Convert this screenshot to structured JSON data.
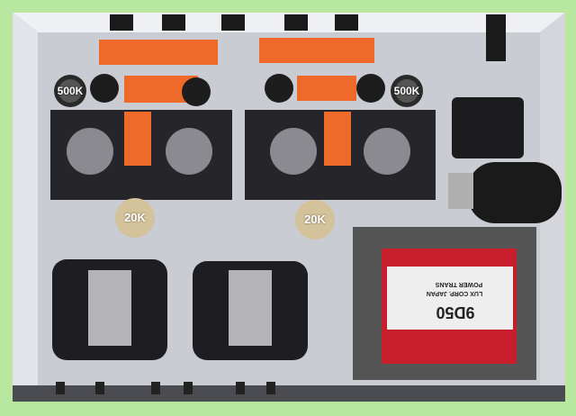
{
  "pots": {
    "left_label": "500K",
    "right_label": "500K"
  },
  "resistors": {
    "left_label": "20K",
    "right_label": "20K"
  },
  "power_transformer": {
    "model": "9D50",
    "brand": "LUX CORP. JAPAN",
    "type": "POWER TRANS"
  },
  "colors": {
    "background": "#b8e8a0",
    "chassis": "#c9ccd2",
    "terminal_strip": "#ef6a2a",
    "tube_plate": "#26262a",
    "transformer_body": "#c81e2c"
  }
}
